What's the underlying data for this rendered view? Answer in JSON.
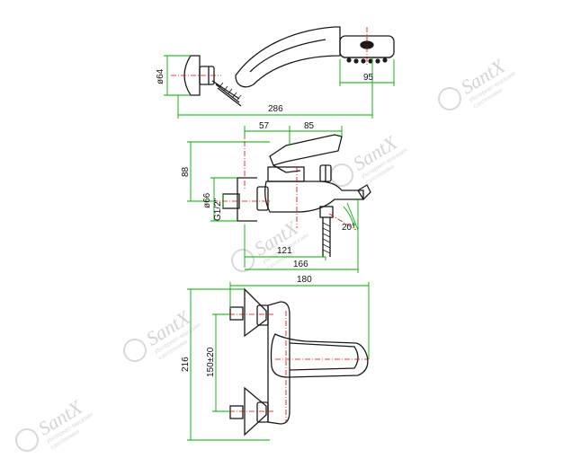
{
  "colors": {
    "outline": "#1a1a1a",
    "dimension": "#00aa00",
    "axis": "#dd0000",
    "watermark": "#d0d0d0"
  },
  "shower": {
    "dim_diameter": "ø64",
    "dim_head": "95",
    "dim_length": "286"
  },
  "side_view": {
    "dim_top_left": "57",
    "dim_top_right": "85",
    "dim_height": "88",
    "dim_flange": "ø66",
    "dim_thread": "G1/2\"",
    "dim_angle": "20°",
    "dim_spout": "121",
    "dim_total": "166"
  },
  "front_view": {
    "dim_width": "180",
    "dim_height": "216",
    "dim_spacing": "150±20"
  },
  "watermark": {
    "brand": "SantX",
    "line1": "Интернет-магазин",
    "line2": "сантехники"
  }
}
